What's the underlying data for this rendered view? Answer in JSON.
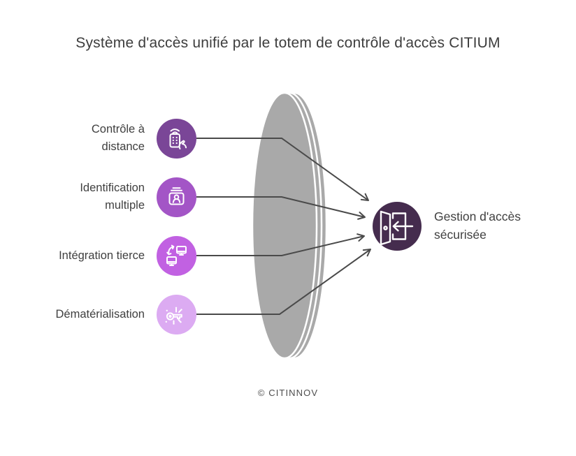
{
  "title": "Système d'accès unifié par le totem de contrôle d'accès CITIUM",
  "inputs": [
    {
      "lines": [
        "Contrôle à",
        "distance"
      ],
      "icon": "remote-control-icon",
      "color": "#7a4697"
    },
    {
      "lines": [
        "Identification",
        "multiple"
      ],
      "icon": "id-cards-icon",
      "color": "#a355c6"
    },
    {
      "lines": [
        "Intégration tierce"
      ],
      "icon": "sync-devices-icon",
      "color": "#c161e2"
    },
    {
      "lines": [
        "Dématérialisation"
      ],
      "icon": "digital-key-icon",
      "color": "#dcabf2"
    }
  ],
  "output": {
    "lines": [
      "Gestion d'accès",
      "sécurisée"
    ],
    "icon": "door-entry-icon",
    "color": "#452c4e"
  },
  "lens": {
    "color": "#a9a9a9",
    "divider_color": "#ffffff"
  },
  "connector": {
    "color": "#4a4a4a"
  },
  "text_color": "#3d3d3d",
  "footer": {
    "copyright": "© CITINNOV"
  }
}
